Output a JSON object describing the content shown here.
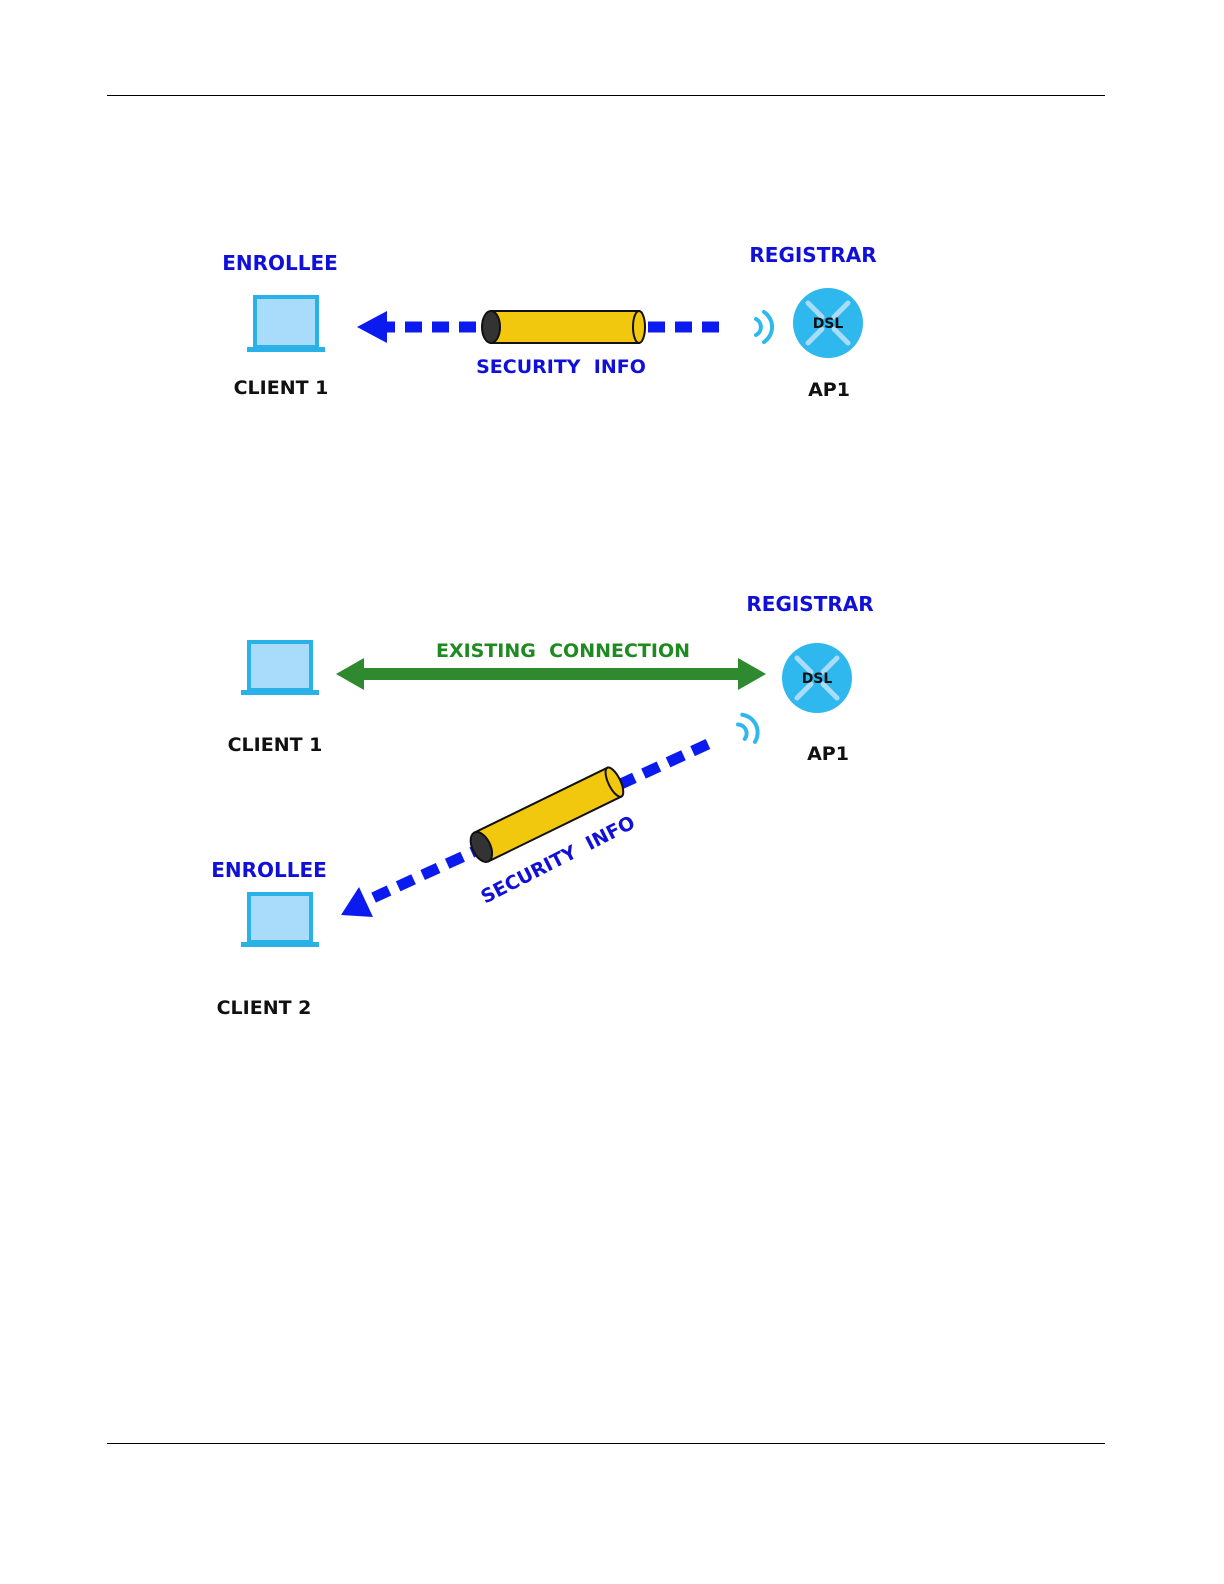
{
  "colors": {
    "label_blue": "#1010d8",
    "arrow_blue": "#0b1bf0",
    "label_green": "#1f8a1f",
    "arrow_green": "#2f8a2f",
    "tube_fill": "#f2c80f",
    "laptop_fill": "#a9dcfb",
    "laptop_stroke": "#29b1e8",
    "router_fill": "#2fb8ee",
    "router_arrows": "#a9dcfb",
    "black": "#111111"
  },
  "icons": [
    "laptop-icon",
    "router-icon",
    "wireless-signal-icon",
    "security-tube-icon",
    "dashed-arrow",
    "double-arrow"
  ],
  "diagram1": {
    "enrollee_label": "ENROLLEE",
    "client_label": "CLIENT 1",
    "registrar_label": "REGISTRAR",
    "router_text": "DSL",
    "ap_label": "AP1",
    "security_label": "SECURITY  INFO"
  },
  "diagram2": {
    "registrar_label": "REGISTRAR",
    "existing_label": "EXISTING  CONNECTION",
    "client1_label": "CLIENT 1",
    "router_text": "DSL",
    "ap_label": "AP1",
    "enrollee_label": "ENROLLEE",
    "client2_label": "CLIENT 2",
    "security_label": "SECURITY  INFO"
  }
}
